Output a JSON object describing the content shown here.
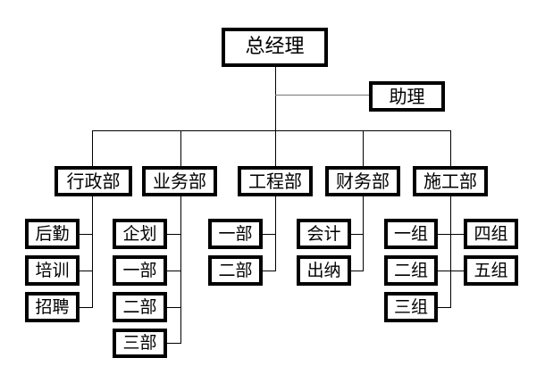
{
  "title": "组织结构图",
  "root": {
    "label": "总经理"
  },
  "assistant": {
    "label": "助理"
  },
  "departments": [
    {
      "label": "行政部",
      "children": [
        "后勤",
        "培训",
        "招聘"
      ]
    },
    {
      "label": "业务部",
      "children": [
        "企划",
        "一部",
        "二部",
        "三部"
      ]
    },
    {
      "label": "工程部",
      "children": [
        "一部",
        "二部"
      ]
    },
    {
      "label": "财务部",
      "children": [
        "会计",
        "出纳"
      ]
    },
    {
      "label": "施工部",
      "children": [
        "一组",
        "二组",
        "三组"
      ],
      "side_children": [
        "四组",
        "五组"
      ]
    }
  ]
}
